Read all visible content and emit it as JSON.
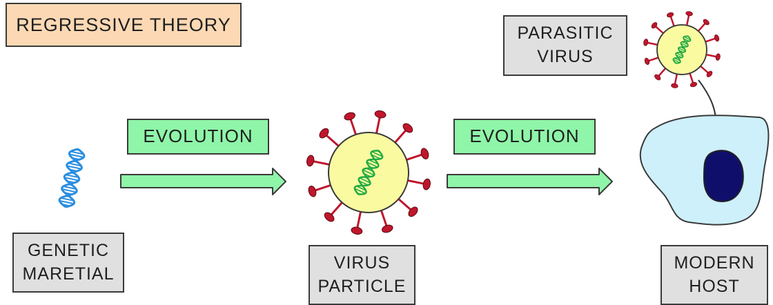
{
  "title": "REGRESSIVE THEORY",
  "stages": {
    "evolution_1": "EVOLUTION",
    "evolution_2": "EVOLUTION",
    "genetic_material": "GENETIC\nMARETIAL",
    "virus_particle": "VIRUS\nPARTICLE",
    "modern_host": "MODERN\nHOST",
    "parasitic_virus": "PARASITIC\nVIRUS"
  },
  "colors": {
    "title_fill": "#fcd9b4",
    "evolution_fill": "#8ff5a8",
    "label_fill": "#e0e0e0",
    "virus_capsid": "#fafaa0",
    "virus_spike": "#c0162c",
    "dna_helix": "#2a8ee0",
    "viral_dna": "#22aa44",
    "host_cell": "#cdf0fb",
    "nucleus": "#0f0f6b",
    "arrow": "#8ff5a8"
  },
  "icons": [
    "dna-helix-icon",
    "virus-icon",
    "host-cell-icon",
    "arrow-right-icon",
    "curved-arrow-icon"
  ]
}
